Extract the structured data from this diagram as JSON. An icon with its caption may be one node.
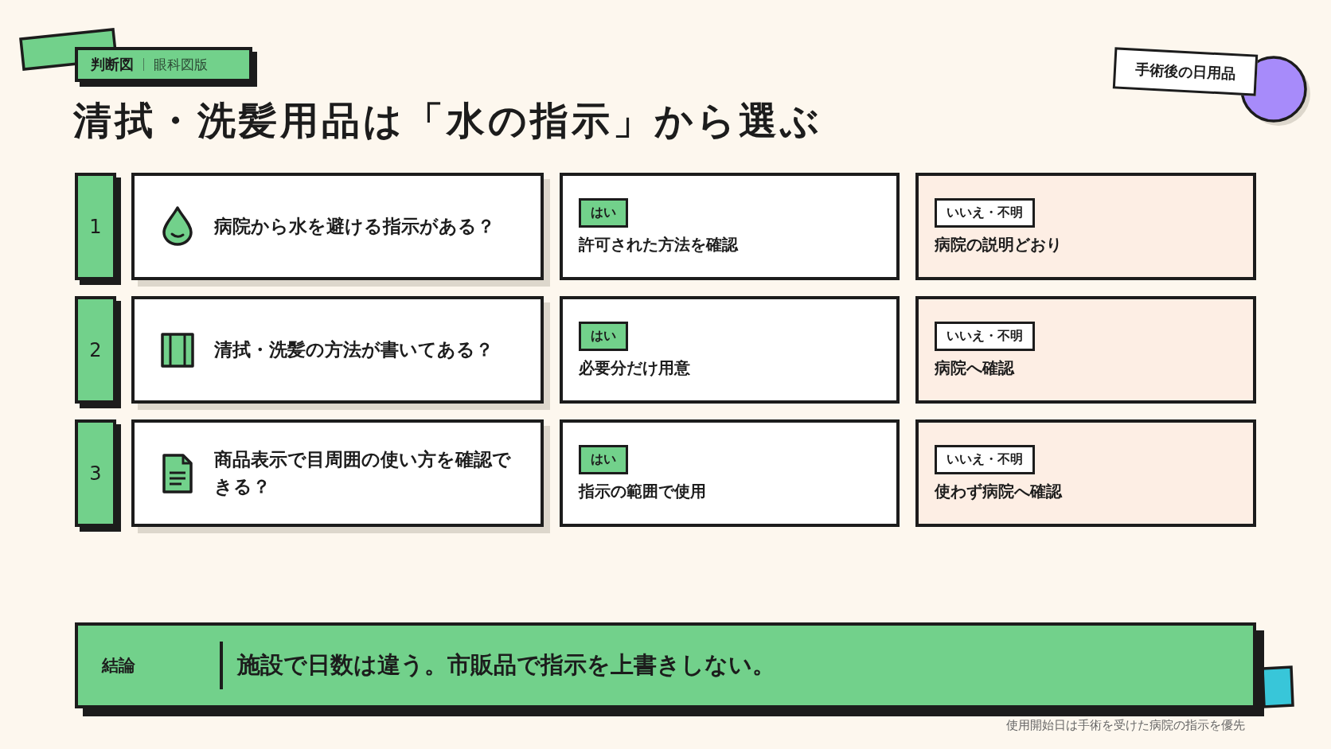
{
  "diagram": {
    "title": "清拭・洗髪用品は「水の指示」から選ぶ",
    "nodes": [
      {
        "text": [
          "判断図",
          "眼科図版"
        ]
      },
      {
        "text": [
          "手術後の日用品"
        ]
      },
      {
        "text": [
          "1"
        ]
      },
      {
        "text": [
          "病院から水を避ける指示がある？"
        ]
      },
      {
        "text": [
          "はい",
          "許可された方法を確認"
        ]
      },
      {
        "text": [
          "いいえ・不明",
          "病院の説明どおり"
        ]
      },
      {
        "text": [
          "2"
        ]
      },
      {
        "text": [
          "清拭・洗髪の方法が書いてある？"
        ]
      },
      {
        "text": [
          "はい",
          "必要分だけ用意"
        ]
      },
      {
        "text": [
          "いいえ・不明",
          "病院へ確認"
        ]
      },
      {
        "text": [
          "3"
        ]
      },
      {
        "text": [
          "商品表示で目周囲の使い方を確認できる？"
        ]
      },
      {
        "text": [
          "はい",
          "指示の範囲で使用"
        ]
      },
      {
        "text": [
          "いいえ・不明",
          "使わず病院へ確認"
        ]
      },
      {
        "text": [
          "結論",
          "施設で日数は違う。市販品で指示を上書きしない。"
        ]
      },
      {
        "text": [],
        "shape": "box"
      }
    ],
    "labels": [
      "使用開始日は手術を受けた病院の指示を優先"
    ]
  }
}
